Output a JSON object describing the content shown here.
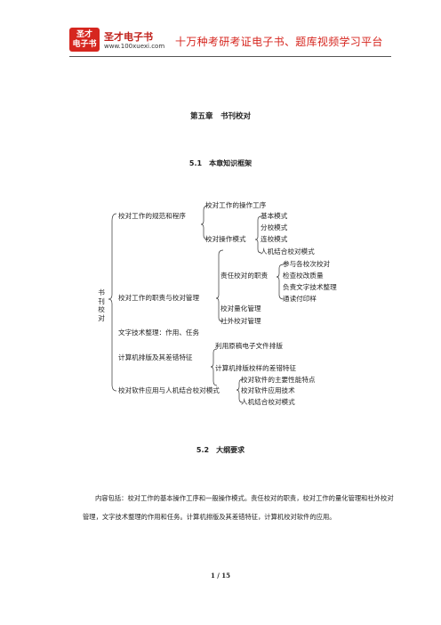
{
  "header": {
    "logo_line1": "圣才",
    "logo_line2": "电子书",
    "brand_name": "圣才电子书",
    "url": "www.100xuexi.com",
    "tagline": "十万种考研考证电子书、题库视频学习平台"
  },
  "chapter_title": "第五章　书刊校对",
  "section1_title": "5.1　本章知识框架",
  "tree": {
    "root": "书刊校对",
    "branch1": {
      "label": "校对工作的规范和程序",
      "children": [
        "校对工作的操作工序",
        "校对操作模式"
      ],
      "modes": [
        "基本模式",
        "分校模式",
        "连校模式",
        "人机结合校对模式"
      ]
    },
    "branch2": {
      "label": "校对工作的职责与校对管理",
      "children": [
        "责任校对的职责",
        "校对量化管理",
        "社外校对管理"
      ],
      "duties": [
        "参与各校次校对",
        "检查校改质量",
        "负责文字技术整理",
        "通读付印样"
      ]
    },
    "branch3": {
      "label": "文字技术整理：作用、任务"
    },
    "branch4": {
      "label": "计算机排版及其差错特征",
      "children": [
        "利用原稿电子文件排版",
        "计算机排版校样的差错特征"
      ]
    },
    "branch5": {
      "label": "校对软件应用与人机结合校对模式",
      "children": [
        "校对软件的主要性能特点",
        "校对软件应用技术",
        "人机结合校对模式"
      ]
    }
  },
  "section2_title": "5.2　大纲要求",
  "body_text": "内容包括：校对工作的基本操作工序和一般操作模式。责任校对的职责，校对工作的量化管理和社外校对管理，文字技术整理的作用和任务。计算机排版及其差错特征，计算机校对软件的应用。",
  "page_number": "1 / 15"
}
